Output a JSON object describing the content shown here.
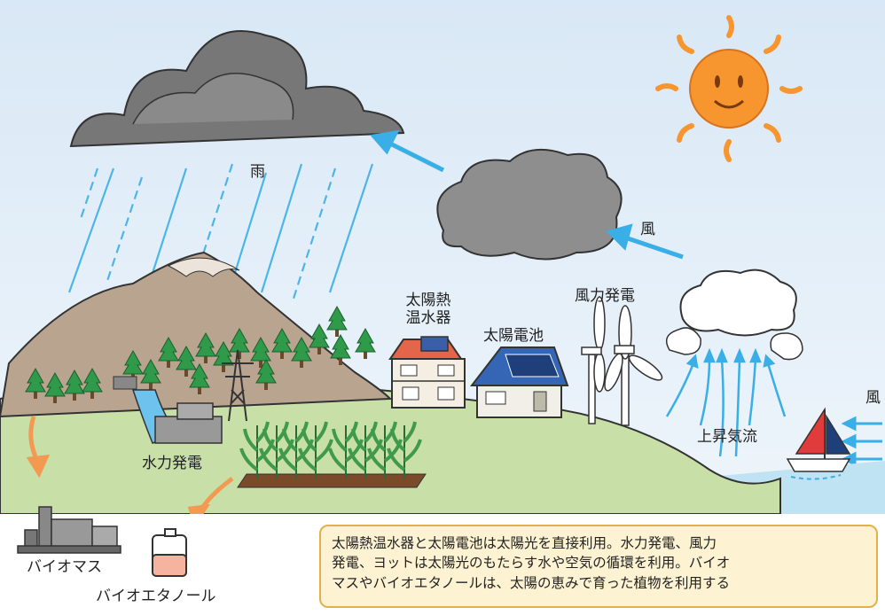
{
  "labels": {
    "rain": "雨",
    "wind_top": "風",
    "wind_right": "風",
    "solar_water_heater_line1": "太陽熱",
    "solar_water_heater_line2": "温水器",
    "solar_cell": "太陽電池",
    "wind_power": "風力発電",
    "updraft": "上昇気流",
    "hydro_power": "水力発電",
    "biomass": "バイオマス",
    "bioethanol": "バイオエタノール"
  },
  "note": "太陽熱温水器と太陽電池は太陽光を直接利用。水力発電、風力\n発電、ヨットは太陽光のもたらす水や空気の循環を利用。バイオ\nマスやバイオエタノールは、太陽の恵みで育った植物を利用する",
  "colors": {
    "sky": "#dcebf7",
    "sun": "#f7952f",
    "rain": "#4cb6e8",
    "wind_arrow": "#3aaee6",
    "mountain": "#b9a48f",
    "ground": "#c9dfa8",
    "sea": "#bfe3f2",
    "note_bg": "#fdf3d3",
    "note_border": "#e3b14a",
    "orange_arrow": "#f29a52"
  },
  "icons": [
    "sun-icon",
    "rain-cloud-icon",
    "cloud-icon",
    "wind-turbine-icon",
    "house-icon",
    "sailboat-icon",
    "dam-icon",
    "power-pylon-icon",
    "factory-icon",
    "fuel-can-icon",
    "corn-field-icon",
    "tree-icon"
  ]
}
